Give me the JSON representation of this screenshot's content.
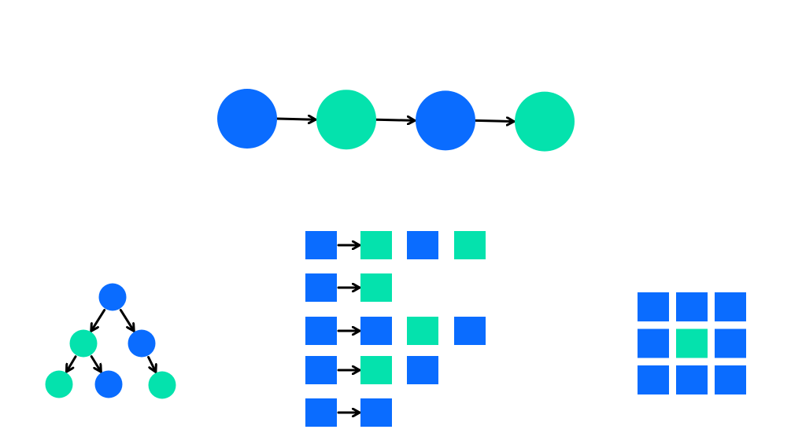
{
  "colors": {
    "blue": "#0a6cff",
    "green": "#04e2ad",
    "arrow": "#000000",
    "background": "#ffffff"
  },
  "linked_list": {
    "nodes": [
      "blue",
      "green",
      "blue",
      "green"
    ],
    "links": [
      [
        0,
        1
      ],
      [
        1,
        2
      ],
      [
        2,
        3
      ]
    ]
  },
  "tree": {
    "nodes": [
      "blue",
      "green",
      "blue",
      "green",
      "blue",
      "green"
    ],
    "edges": [
      [
        0,
        1
      ],
      [
        0,
        2
      ],
      [
        1,
        3
      ],
      [
        1,
        4
      ],
      [
        2,
        5
      ]
    ]
  },
  "chained_table": {
    "rows": [
      [
        "blue",
        "green",
        "blue",
        "green"
      ],
      [
        "blue",
        "green"
      ],
      [
        "blue",
        "blue",
        "green",
        "blue"
      ],
      [
        "blue",
        "green",
        "blue"
      ],
      [
        "blue",
        "blue"
      ]
    ],
    "arrow_between_first_two": true
  },
  "grid": {
    "rows": 3,
    "cols": 3,
    "cells": [
      [
        "blue",
        "blue",
        "blue"
      ],
      [
        "blue",
        "green",
        "blue"
      ],
      [
        "blue",
        "blue",
        "blue"
      ]
    ]
  }
}
